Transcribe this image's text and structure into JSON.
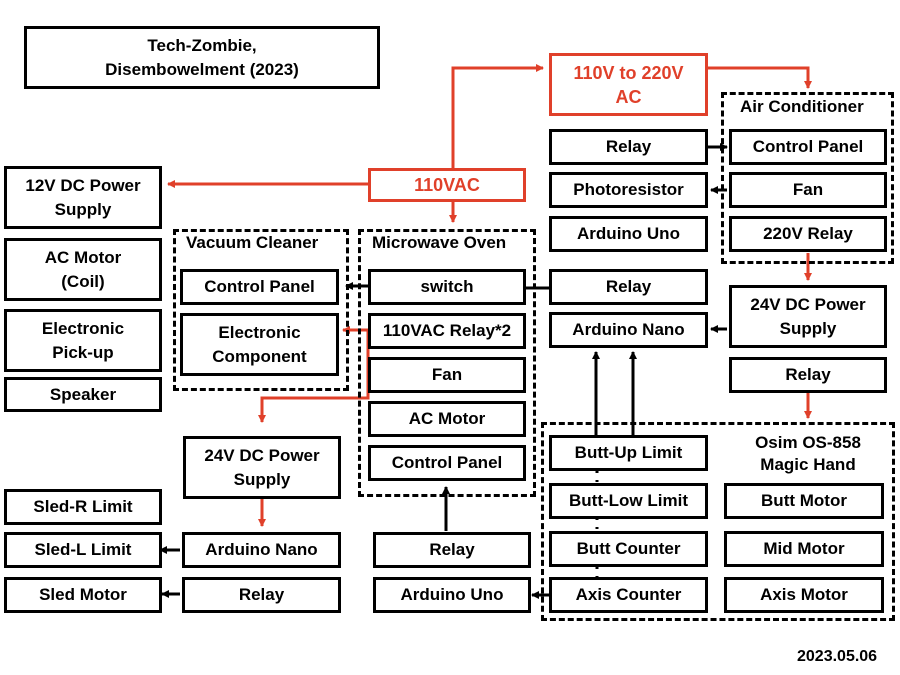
{
  "title": "Tech-Zombie,\nDisembowelment (2023)",
  "date": "2023.05.06",
  "power": {
    "ac_converter": "110V to 220V\nAC",
    "ac_source": "110VAC"
  },
  "left_column": [
    "12V DC Power\nSupply",
    "AC Motor\n(Coil)",
    "Electronic\nPick-up",
    "Speaker"
  ],
  "vacuum_cleaner": {
    "label": "Vacuum Cleaner",
    "items": [
      "Control Panel",
      "Electronic\nComponent"
    ]
  },
  "microwave_oven": {
    "label": "Microwave Oven",
    "items": [
      "switch",
      "110VAC Relay*2",
      "Fan",
      "AC Motor",
      "Control Panel"
    ]
  },
  "air_conditioner": {
    "label": "Air Conditioner",
    "items": [
      "Control Panel",
      "Fan",
      "220V Relay"
    ]
  },
  "mid_column": [
    "Relay",
    "Photoresistor",
    "Arduino Uno",
    "Relay",
    "Arduino Nano"
  ],
  "right_power": [
    "24V DC Power\nSupply",
    "Relay"
  ],
  "magic_hand": {
    "label": "Osim OS-858\nMagic Hand",
    "sensors": [
      "Butt-Up Limit",
      "Butt-Low Limit",
      "Butt Counter",
      "Axis Counter"
    ],
    "motors": [
      "Butt Motor",
      "Mid Motor",
      "Axis Motor"
    ]
  },
  "bottom_center": [
    "Relay",
    "Arduino Uno"
  ],
  "sled": {
    "power": "24V DC Power\nSupply",
    "arduino": "Arduino Nano",
    "relay": "Relay",
    "items": [
      "Sled-R Limit",
      "Sled-L Limit",
      "Sled Motor"
    ]
  },
  "colors": {
    "power_line": "#e0402a",
    "signal_line": "#000000"
  }
}
